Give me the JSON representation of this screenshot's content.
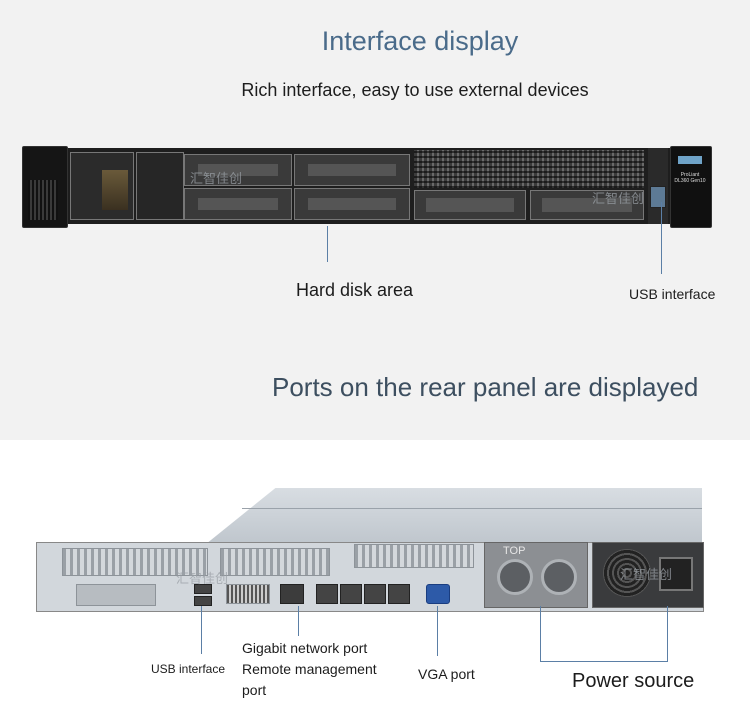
{
  "header": {
    "title": "Interface display",
    "subtitle": "Rich interface, easy to use external devices"
  },
  "front_panel": {
    "hard_disk_label": "Hard disk area",
    "usb_label": "USB interface",
    "badge_text": "ProLiant DL360 Gen10",
    "watermark": "汇智佳创"
  },
  "rear_section": {
    "title": "Ports on the rear panel are displayed",
    "usb_label": "USB interface",
    "network_label_line1": "Gigabit network port",
    "network_label_line2": "Remote management",
    "network_label_line3": "port",
    "vga_label": "VGA port",
    "power_label": "Power source",
    "psu_top_text": "TOP",
    "watermark": "汇智佳创"
  }
}
